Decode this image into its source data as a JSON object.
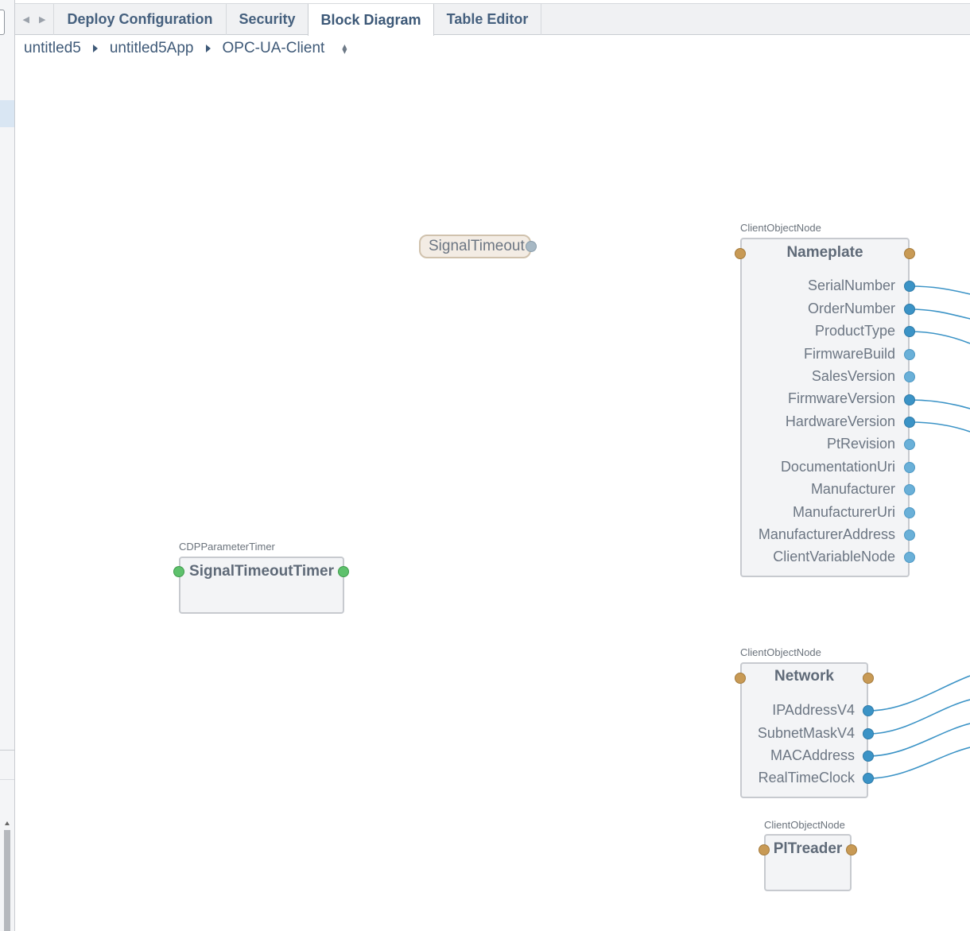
{
  "tabs": [
    {
      "label": "Deploy Configuration",
      "active": false
    },
    {
      "label": "Security",
      "active": false
    },
    {
      "label": "Block Diagram",
      "active": true
    },
    {
      "label": "Table Editor",
      "active": false
    }
  ],
  "breadcrumb": [
    "untitled5",
    "untitled5App",
    "OPC-UA-Client"
  ],
  "signal": {
    "label": "SignalTimeout"
  },
  "timer": {
    "type": "CDPParameterTimer",
    "title": "SignalTimeoutTimer"
  },
  "nameplate": {
    "type": "ClientObjectNode",
    "title": "Nameplate",
    "ports": [
      "SerialNumber",
      "OrderNumber",
      "ProductType",
      "FirmwareBuild",
      "SalesVersion",
      "FirmwareVersion",
      "HardwareVersion",
      "PtRevision",
      "DocumentationUri",
      "Manufacturer",
      "ManufacturerUri",
      "ManufacturerAddress",
      "ClientVariableNode"
    ]
  },
  "network": {
    "type": "ClientObjectNode",
    "title": "Network",
    "ports": [
      "IPAddressV4",
      "SubnetMaskV4",
      "MACAddress",
      "RealTimeClock"
    ]
  },
  "plreader": {
    "type": "ClientObjectNode",
    "title": "PlTreader"
  },
  "colors": {
    "wire": "#3b93c6",
    "tab_text": "#45607e",
    "port_orange": "#c89a55",
    "port_green": "#5ec16c"
  }
}
